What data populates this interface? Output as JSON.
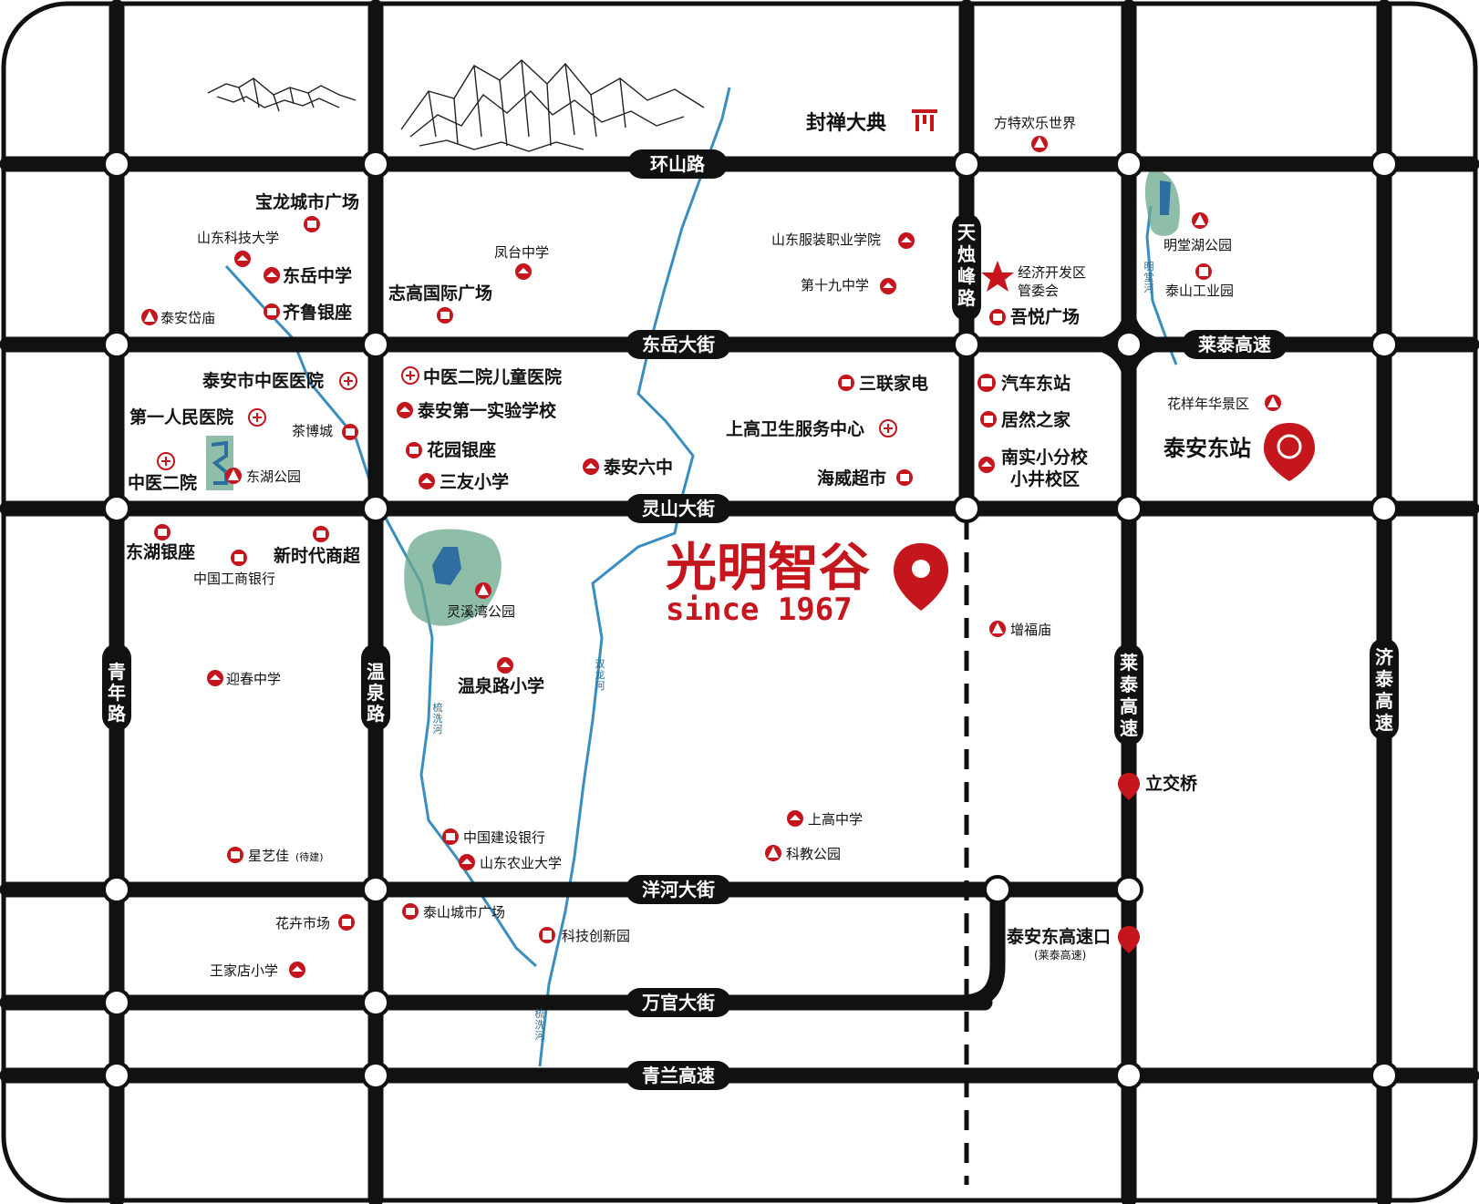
{
  "colors": {
    "accent": "#c5161d",
    "road": "#111111",
    "water": "#3a8ebf",
    "park": "#6aa88b"
  },
  "roads_h": {
    "huanshan": "环山路",
    "dongyue": "东岳大街",
    "lingshan": "灵山大街",
    "yanghe": "洋河大街",
    "wanguan": "万官大街",
    "qinglan": "青兰高速",
    "laitai_h": "莱泰高速"
  },
  "roads_v": {
    "qingnian": [
      "青",
      "年",
      "路"
    ],
    "wenquan": [
      "温",
      "泉",
      "路"
    ],
    "tianzhu": [
      "天",
      "烛",
      "峰",
      "路"
    ],
    "laitai": [
      "莱",
      "泰",
      "高",
      "速"
    ],
    "jitai": [
      "济",
      "泰",
      "高",
      "速"
    ]
  },
  "brand": {
    "name": "光明智谷",
    "tagline": "since 1967"
  },
  "rivers": {
    "naixi": [
      "梳",
      "洗",
      "河"
    ],
    "shuanglong": [
      "双",
      "龙",
      "河"
    ],
    "mingtang": [
      "明",
      "堂",
      "河"
    ],
    "naixi2": [
      "梳",
      "洗",
      "河"
    ]
  },
  "pois": {
    "fengchan": "封禅大典",
    "fangte": "方特欢乐世界",
    "baolong": "宝龙城市广场",
    "sdkeji": "山东科技大学",
    "dongyuezx": "东岳中学",
    "qilu": "齐鲁银座",
    "daimiao": "泰安岱庙",
    "fengtai": "凤台中学",
    "zhigao": "志高国际广场",
    "sdfz": "山东服装职业学院",
    "dishijiu": "第十九中学",
    "jingji": "经济开发区",
    "jingji2": "管委会",
    "wuyue": "吾悦广场",
    "mingtanghu": "明堂湖公园",
    "taishangongye": "泰山工业园",
    "zhongyiyuan": "泰安市中医医院",
    "diyi": "第一人民医院",
    "chabo": "茶博城",
    "zhonger": "中医二院",
    "donghugy": "东湖公园",
    "zhongerer": "中医二院儿童医院",
    "shiyan": "泰安第一实验学校",
    "huayuan": "花园银座",
    "sanyou": "三友小学",
    "liuzhong": "泰安六中",
    "sanlian": "三联家电",
    "shanggao": "上高卫生服务中心",
    "haiwei": "海威超市",
    "qichedong": "汽车东站",
    "juran": "居然之家",
    "nanshi": "南实小分校",
    "nanshi2": "小井校区",
    "huayang": "花样年华景区",
    "taiandong": "泰安东站",
    "donghuyz": "东湖银座",
    "xinshidai": "新时代商超",
    "gongshang": "中国工商银行",
    "lingxiwan": "灵溪湾公园",
    "zengfu": "增福庙",
    "wenquanxx": "温泉路小学",
    "yingchun": "迎春中学",
    "lijiaoqiao": "立交桥",
    "shanggaozx": "上高中学",
    "kejiaogy": "科教公园",
    "jianshe": "中国建设银行",
    "sdnongye": "山东农业大学",
    "xingyijia": "星艺佳",
    "daijian": "(待建)",
    "taishan": "泰山城市广场",
    "huahui": "花卉市场",
    "keji": "科技创新园",
    "wangjiadian": "王家店小学",
    "gaosukou": "泰安东高速口",
    "gaosukou2": "(莱泰高速)"
  }
}
